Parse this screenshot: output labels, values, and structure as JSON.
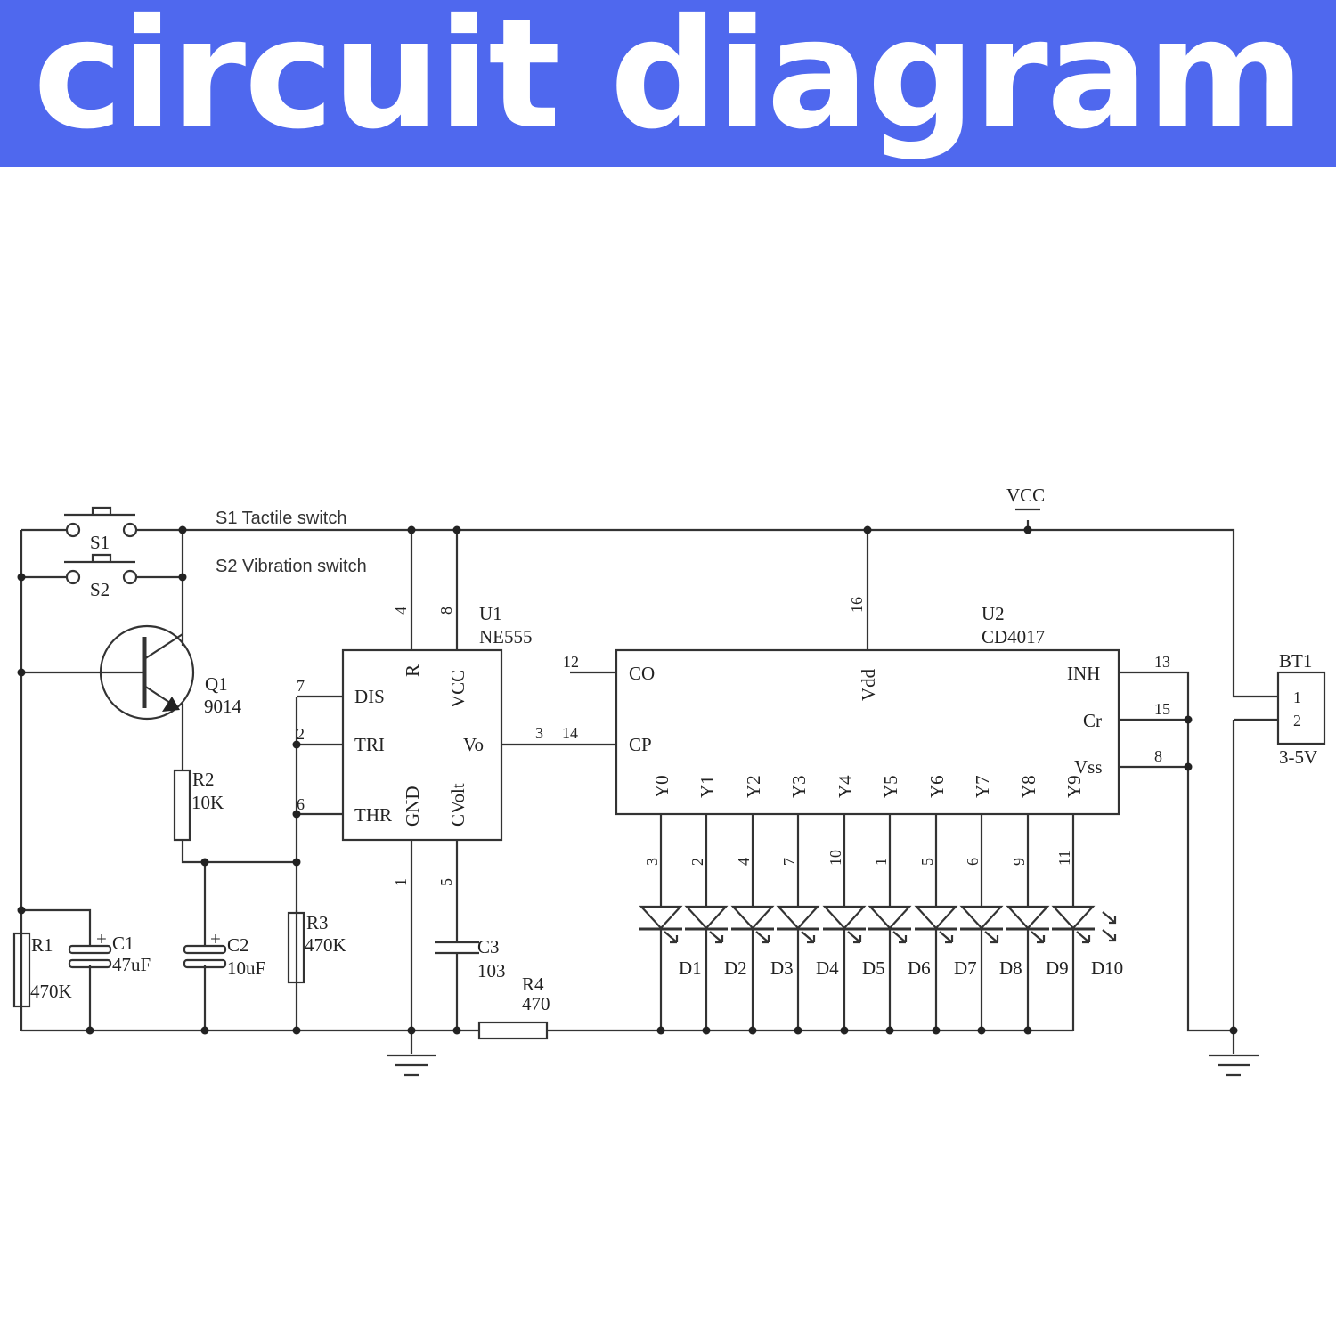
{
  "banner": {
    "title": "circuit diagram",
    "background": "#4f68ee",
    "text_color": "#ffffff"
  },
  "labels": {
    "vcc_rail": "VCC",
    "s1_desc": "S1 Tactile switch",
    "s2_desc": "S2 Vibration switch",
    "s1": "S1",
    "s2": "S2",
    "q1": "Q1",
    "q1_val": "9014",
    "r1": "R1",
    "r1_val": "470K",
    "r2": "R2",
    "r2_val": "10K",
    "r3": "R3",
    "r3_val": "470K",
    "r4": "R4",
    "r4_val": "470",
    "c1": "C1",
    "c1_val": "47uF",
    "c2": "C2",
    "c2_val": "10uF",
    "c3": "C3",
    "c3_val": "103",
    "plus": "+",
    "bt1": "BT1",
    "bt1_val": "3-5V",
    "bt1_p1": "1",
    "bt1_p2": "2"
  },
  "u1": {
    "ref": "U1",
    "part": "NE555",
    "pins": {
      "dis": "DIS",
      "tri": "TRI",
      "thr": "THR",
      "vo": "Vo",
      "r": "R",
      "vcc": "VCC",
      "gnd": "GND",
      "cvolt": "CVolt"
    },
    "pin_numbers": {
      "r": "4",
      "vcc": "8",
      "dis": "7",
      "tri": "2",
      "thr": "6",
      "vo": "3",
      "gnd": "1",
      "cvolt": "5"
    }
  },
  "u2": {
    "ref": "U2",
    "part": "CD4017",
    "pins": {
      "co": "CO",
      "cp": "CP",
      "vdd": "Vdd",
      "inh": "INH",
      "cr": "Cr",
      "vss": "Vss"
    },
    "pin_numbers": {
      "co": "12",
      "cp": "14",
      "vdd": "16",
      "inh": "13",
      "cr": "15",
      "vss": "8"
    },
    "outputs": [
      {
        "name": "Y0",
        "pin": "3",
        "led": "D1"
      },
      {
        "name": "Y1",
        "pin": "2",
        "led": "D2"
      },
      {
        "name": "Y2",
        "pin": "4",
        "led": "D3"
      },
      {
        "name": "Y3",
        "pin": "7",
        "led": "D4"
      },
      {
        "name": "Y4",
        "pin": "10",
        "led": "D5"
      },
      {
        "name": "Y5",
        "pin": "1",
        "led": "D6"
      },
      {
        "name": "Y6",
        "pin": "5",
        "led": "D7"
      },
      {
        "name": "Y7",
        "pin": "6",
        "led": "D8"
      },
      {
        "name": "Y8",
        "pin": "9",
        "led": "D9"
      },
      {
        "name": "Y9",
        "pin": "11",
        "led": "D10"
      }
    ]
  }
}
